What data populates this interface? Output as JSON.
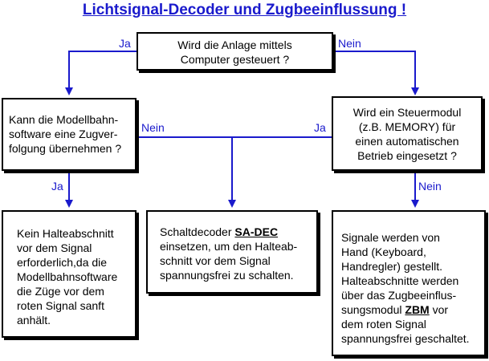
{
  "title": "Lichtsignal-Decoder und Zugbeeinflussung !",
  "colors": {
    "accent": "#1a1acc",
    "border": "#000000"
  },
  "q1": {
    "lines": [
      "Wird die Anlage mittels",
      "Computer gesteuert ?"
    ]
  },
  "q2": {
    "lines": [
      "Kann die Modellbahn-",
      "software eine Zugver-",
      "folgung übernehmen ?"
    ]
  },
  "q3": {
    "lines": [
      "Wird ein Steuermodul",
      "(z.B. MEMORY) für",
      "einen automatischen",
      "Betrieb eingesetzt ?"
    ]
  },
  "r1": {
    "lines": [
      "Kein Halteabschnitt",
      "vor dem Signal",
      "erforderlich,da die",
      "Modellbahnsoftware",
      "die Züge vor dem",
      "roten Signal sanft",
      "anhält."
    ]
  },
  "r2": {
    "pre": "Schaltdecoder ",
    "product": "SA-DEC",
    "lines": [
      "einsetzen, um den Halteab-",
      "schnitt vor dem Signal",
      "spannungsfrei zu schalten."
    ]
  },
  "r3": {
    "lines_top": [
      "Signale werden von",
      "Hand (Keyboard,",
      "Handregler) gestellt.",
      "Halteabschnitte werden",
      "über das Zugbeeinflus-"
    ],
    "pre": "sungsmodul ",
    "product": "ZBM",
    "post": " vor",
    "lines_bottom": [
      "dem roten Signal",
      "spannungsfrei geschaltet."
    ]
  },
  "labels": {
    "ja": "Ja",
    "nein": "Nein"
  }
}
